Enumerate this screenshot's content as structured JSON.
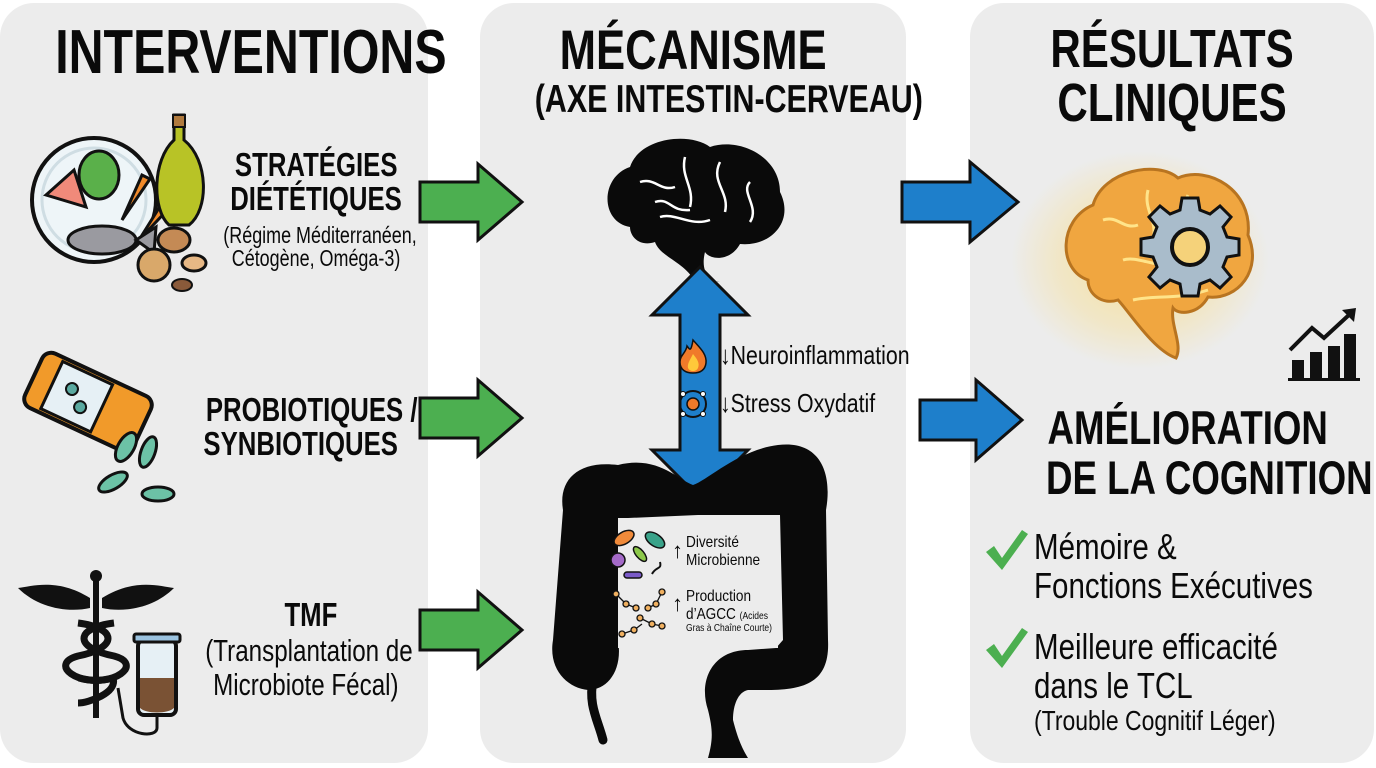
{
  "columns": {
    "interventions": {
      "title": "INTERVENTIONS",
      "items": [
        {
          "icon": "mediterranean-food-icon",
          "title_lines": [
            "STRATÉGIES",
            "DIÉTÉTIQUES"
          ],
          "detail_lines": [
            "(Régime Méditerranéen,",
            "Cétogène, Oméga-3)"
          ]
        },
        {
          "icon": "probiotic-bottle-icon",
          "title_lines": [
            "PROBIOTIQUES /",
            "SYNBIOTIQUES"
          ],
          "detail_lines": []
        },
        {
          "icon": "caduceus-iv-bag-icon",
          "title_lines": [
            "TMF"
          ],
          "detail_lines": [
            "(Transplantation de",
            "Microbiote Fécal)"
          ]
        }
      ]
    },
    "mechanism": {
      "title": "MÉCANISME",
      "subtitle": "(AXE INTESTIN-CERVEAU)",
      "axis_effects": [
        {
          "icon": "flame-icon",
          "direction": "↓",
          "label": "Neuroinflammation"
        },
        {
          "icon": "molecule-icon",
          "direction": "↓",
          "label": "Stress Oxydatif"
        }
      ],
      "gut_effects": [
        {
          "icon": "bacteria-icon",
          "direction": "↑",
          "lines": [
            "Diversité",
            "Microbienne"
          ]
        },
        {
          "icon": "fatty-acid-chain-icon",
          "direction": "↑",
          "lines": [
            "Production",
            "d’AGCC"
          ],
          "small": "(Acides",
          "small2": "Gras à Chaîne Courte)"
        }
      ]
    },
    "outcomes": {
      "title_lines": [
        "RÉSULTATS",
        "CLINIQUES"
      ],
      "improvement_lines": [
        "AMÉLIORATION",
        "DE LA COGNITION"
      ],
      "checks": [
        {
          "lines": [
            "Mémoire &",
            "Fonctions Exécutives"
          ]
        },
        {
          "lines": [
            "Meilleure efficacité",
            "dans le TCL"
          ],
          "note": "(Trouble Cognitif Léger)"
        }
      ]
    }
  },
  "colors": {
    "panel_bg": "#ececec",
    "green_arrow": "#4caf50",
    "blue_arrow": "#1e7fcb",
    "check_green": "#4caf50",
    "brain_orange": "#f0a640",
    "text": "#0a0a0a"
  }
}
